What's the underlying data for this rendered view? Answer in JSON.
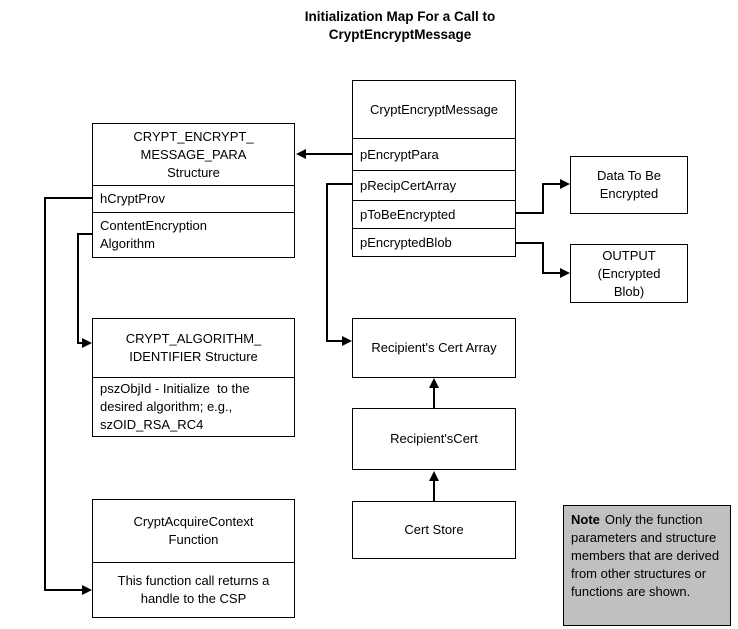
{
  "title": "Initialization Map For a Call to\nCryptEncryptMessage",
  "boxes": {
    "crypt_encrypt_message": {
      "header": "CryptEncryptMessage",
      "rows": [
        "pEncryptPara",
        "pRecipCertArray",
        "pToBeEncrypted",
        "pEncryptedBlob"
      ]
    },
    "encrypt_message_para": {
      "header": "CRYPT_ENCRYPT_\nMESSAGE_PARA\nStructure",
      "rows": [
        "hCryptProv",
        "ContentEncryption\nAlgorithm"
      ]
    },
    "algorithm_identifier": {
      "header": "CRYPT_ALGORITHM_\nIDENTIFIER Structure",
      "body": "pszObjId - Initialize  to the\ndesired algorithm; e.g.,\nszOID_RSA_RC4"
    },
    "crypt_acquire_context": {
      "header": "CryptAcquireContext\nFunction",
      "body": "This function call returns a\nhandle to the CSP"
    },
    "data_to_be_encrypted": {
      "label": "Data To Be\nEncrypted"
    },
    "output_encrypted_blob": {
      "label": "OUTPUT\n(Encrypted\nBlob)"
    },
    "recipients_cert_array": {
      "label": "Recipient's Cert Array"
    },
    "recipients_cert": {
      "label": "Recipient'sCert"
    },
    "cert_store": {
      "label": "Cert Store"
    }
  },
  "note": {
    "label": "Note",
    "text": "Only the function parameters and structure members that are derived from other structures or functions are shown."
  },
  "colors": {
    "note_bg": "#c0c0c0",
    "line": "#000000",
    "background": "#ffffff"
  }
}
